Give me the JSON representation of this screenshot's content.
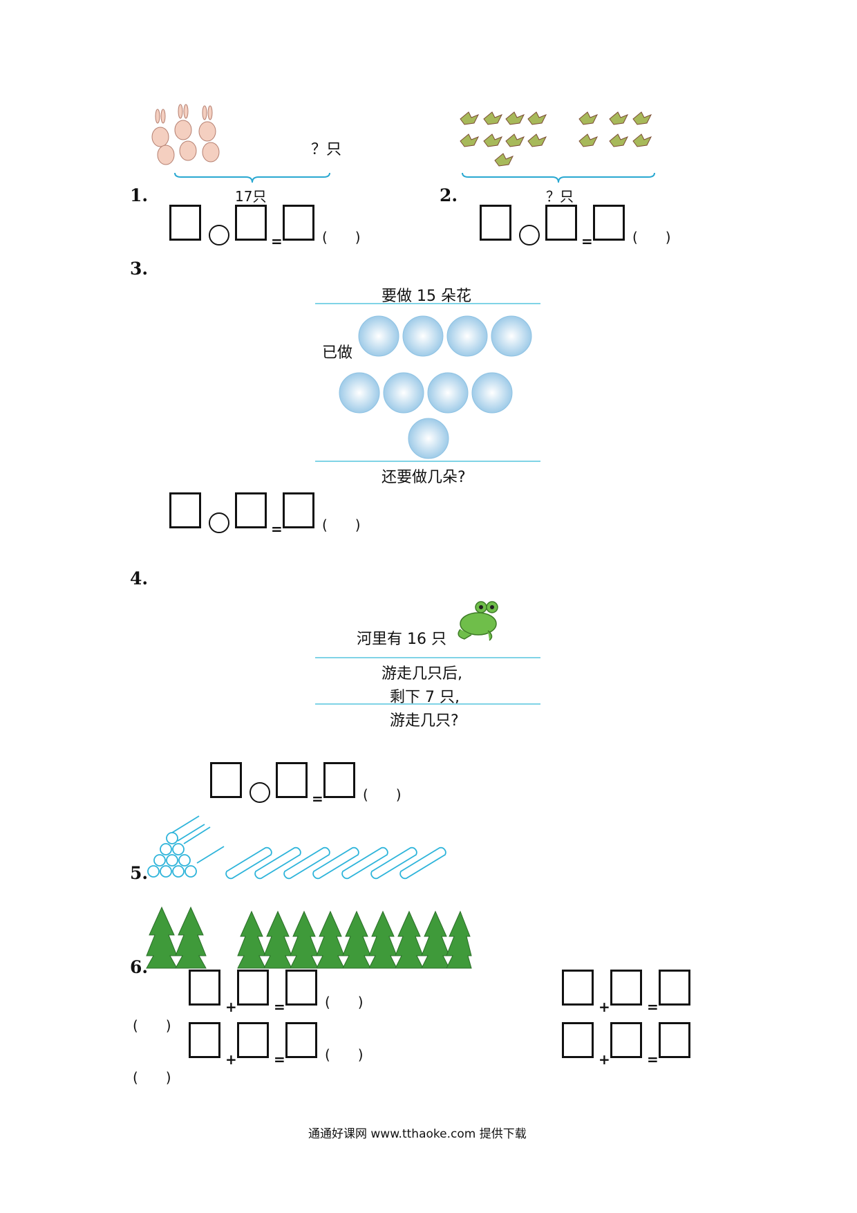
{
  "q1": {
    "number": "1.",
    "question_label": "？只",
    "total_label": "17只",
    "paren": "(　　)"
  },
  "q2": {
    "number": "2.",
    "total_label": "？只",
    "paren": "(　　)"
  },
  "q3": {
    "number": "3.",
    "header": "要做 15 朵花",
    "done_label": "已做",
    "question": "还要做几朵?",
    "paren": "(　　)"
  },
  "q4": {
    "number": "4.",
    "header": "河里有 16 只",
    "line1": "游走几只后,",
    "line2": "剩下 7 只,",
    "line3": "游走几只?",
    "paren": "(　　)"
  },
  "q5": {
    "number": "5."
  },
  "q6": {
    "number": "6.",
    "plus": "+",
    "equals": "=",
    "paren": "(　　)"
  },
  "footer": "通通好课网  www.tthaoke.com  提供下载"
}
